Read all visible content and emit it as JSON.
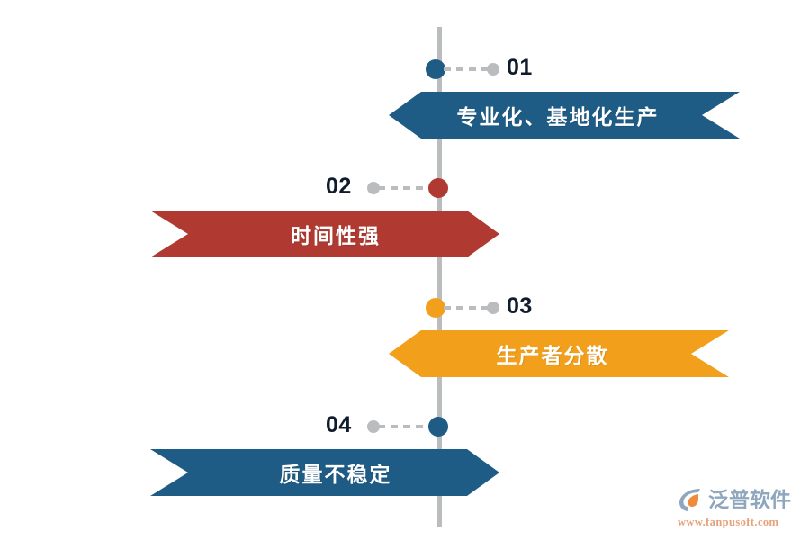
{
  "graphic": {
    "title_semantic": "agriculture-production-characteristics-infographic",
    "colors": {
      "blue": "#1f5c85",
      "red": "#b03a31",
      "orange": "#f2a01c",
      "gray": "#bbbcbe",
      "number_text": "#101b2b",
      "banner_text": "#ffffff"
    },
    "spine": {
      "name": "vertical-timeline-axis",
      "color": "#bbbcbe"
    }
  },
  "items": [
    {
      "number": "01",
      "label": "专业化、基地化生产",
      "color": "#1f5c85",
      "direction": "right",
      "marker_color": "#1f5c85",
      "connector_color": "#bbbcbe"
    },
    {
      "number": "02",
      "label": "时间性强",
      "color": "#b03a31",
      "direction": "left",
      "marker_color": "#b03a31",
      "connector_color": "#bbbcbe"
    },
    {
      "number": "03",
      "label": "生产者分散",
      "color": "#f2a01c",
      "direction": "right",
      "marker_color": "#f2a01c",
      "connector_color": "#bbbcbe"
    },
    {
      "number": "04",
      "label": "质量不稳定",
      "color": "#1f5c85",
      "direction": "left",
      "marker_color": "#1f5c85",
      "connector_color": "#bbbcbe"
    }
  ],
  "watermark": {
    "brand": "泛普软件",
    "url": "www.fanpusoft.com",
    "brand_color": "#8fa6bf",
    "url_color": "#e8a07a",
    "mark_color_primary": "#8fa6bf",
    "mark_color_accent": "#f08a3c"
  }
}
